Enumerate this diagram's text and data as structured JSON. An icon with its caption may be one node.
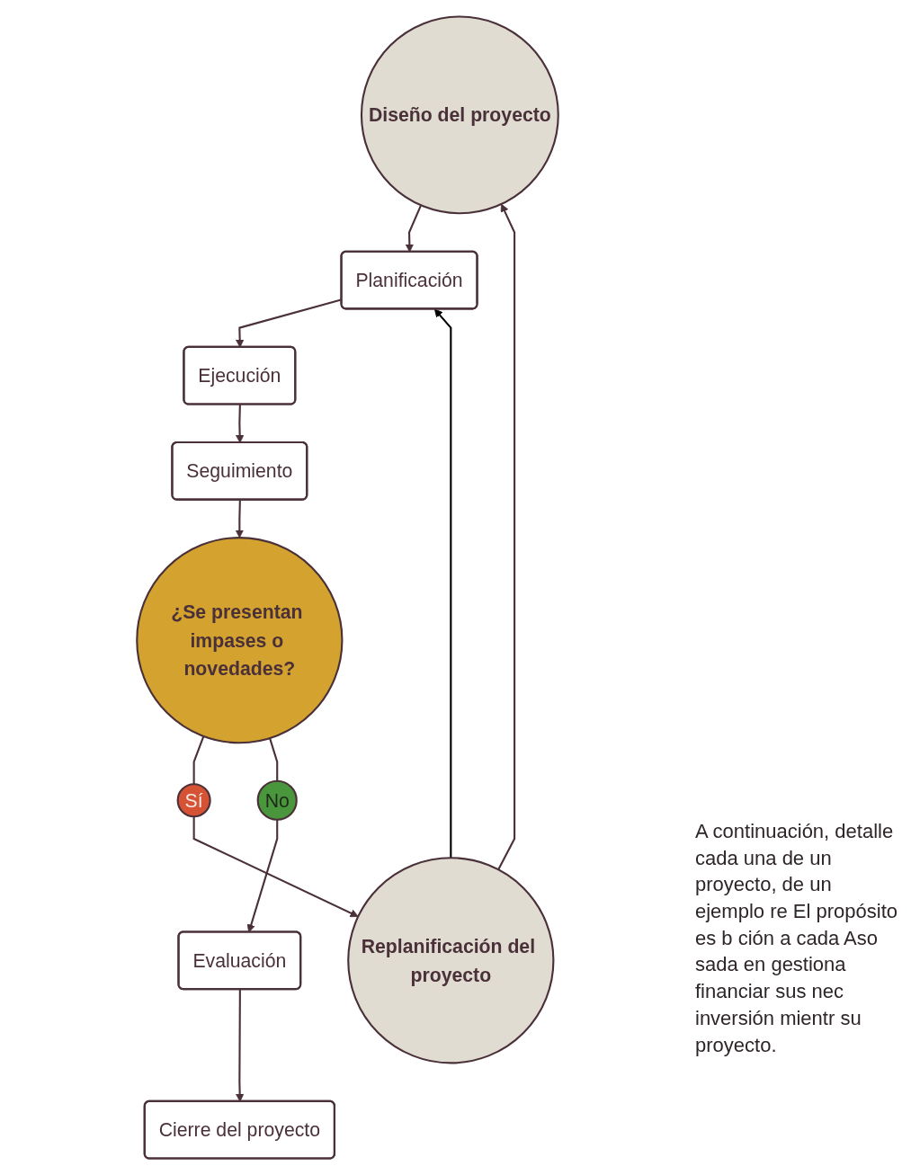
{
  "diagram": {
    "nodes": [
      {
        "text": [
          "Diseño del proyecto"
        ]
      },
      {
        "text": [
          "Planificación"
        ]
      },
      {
        "text": [
          "Ejecución"
        ]
      },
      {
        "text": [
          "Seguimiento"
        ]
      },
      {
        "text": [
          "¿Se presentan impases o novedades?"
        ]
      },
      {
        "text": [
          "Sí"
        ]
      },
      {
        "text": [
          "Replanificación del proyecto"
        ]
      },
      {
        "text": [
          "No"
        ]
      },
      {
        "text": [
          "Evaluación"
        ]
      },
      {
        "text": [
          "Cierre del proyecto"
        ]
      }
    ],
    "edges": [
      {
        "from": 0,
        "to": 1,
        "arrow": "to"
      },
      {
        "from": 1,
        "to": 2,
        "arrow": "to"
      },
      {
        "from": 2,
        "to": 3,
        "arrow": "to"
      },
      {
        "from": 3,
        "to": 4,
        "arrow": "to"
      },
      {
        "from": 4,
        "to": 5,
        "arrow": "none"
      },
      {
        "from": 5,
        "to": 6,
        "arrow": "to"
      },
      {
        "from": 6,
        "to": 0,
        "arrow": "to"
      },
      {
        "from": 6,
        "to": 1,
        "arrow": "to",
        "color": "#000000"
      },
      {
        "from": 4,
        "to": 7,
        "arrow": "none"
      },
      {
        "from": 7,
        "to": 8,
        "arrow": "to"
      },
      {
        "from": 8,
        "to": 9,
        "arrow": "to"
      }
    ],
    "labels": [
      "A continuación, detalle cada una de un proyecto, de un ejemplo re El propósito es b ción a cada Aso sada en gestiona financiar sus nec inversión mientr su proyecto."
    ]
  }
}
